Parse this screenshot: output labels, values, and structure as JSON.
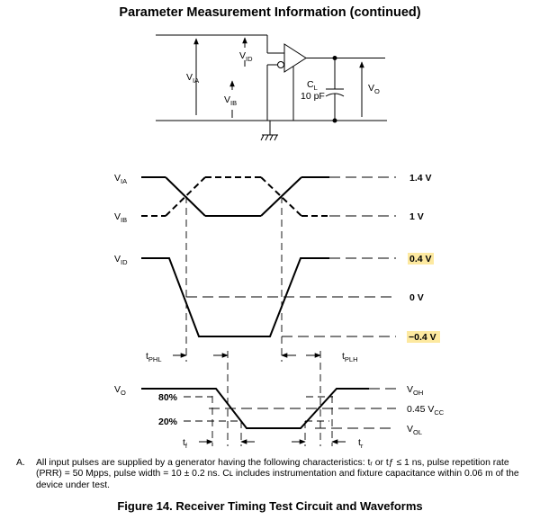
{
  "page_title": "Parameter Measurement Information (continued)",
  "circuit": {
    "v_ia": {
      "main": "V",
      "sub": "IA"
    },
    "v_id": {
      "main": "V",
      "sub": "ID"
    },
    "v_ib": {
      "main": "V",
      "sub": "IB"
    },
    "c_l": {
      "main": "C",
      "sub": "L"
    },
    "c_value": "10 pF",
    "v_o": {
      "main": "V",
      "sub": "O"
    }
  },
  "waveforms": {
    "signals": {
      "v_ia": {
        "main": "V",
        "sub": "IA"
      },
      "v_ib": {
        "main": "V",
        "sub": "IB"
      },
      "v_id": {
        "main": "V",
        "sub": "ID"
      },
      "v_o": {
        "main": "V",
        "sub": "O"
      }
    },
    "levels": {
      "level_1_4v": "1.4 V",
      "level_1v": "1 V",
      "level_pos_0_4v": "0.4 V",
      "level_0v": "0 V",
      "level_neg_0_4v": "−0.4 V",
      "v_oh": {
        "main": "V",
        "sub": "OH"
      },
      "v_cc_045": {
        "main": "0.45 V",
        "sub": "CC"
      },
      "v_ol": {
        "main": "V",
        "sub": "OL"
      }
    },
    "highlight_color": "#fde9a0",
    "timing": {
      "t_phl": {
        "main": "t",
        "sub": "PHL"
      },
      "t_plh": {
        "main": "t",
        "sub": "PLH"
      },
      "t_f": {
        "main": "t",
        "sub": "f"
      },
      "t_r": {
        "main": "t",
        "sub": "r"
      },
      "pct_80": "80%",
      "pct_20": "20%"
    }
  },
  "note": {
    "label": "A.",
    "text": "All input pulses are supplied by a generator having the following characteristics: tᵣ or tƒ ≤ 1 ns, pulse repetition rate (PRR) = 50 Mpps, pulse width = 10 ± 0.2 ns. Cʟ includes instrumentation and fixture capacitance within 0.06 m of the device under test."
  },
  "figure_caption": "Figure 14.  Receiver Timing Test Circuit and Waveforms"
}
